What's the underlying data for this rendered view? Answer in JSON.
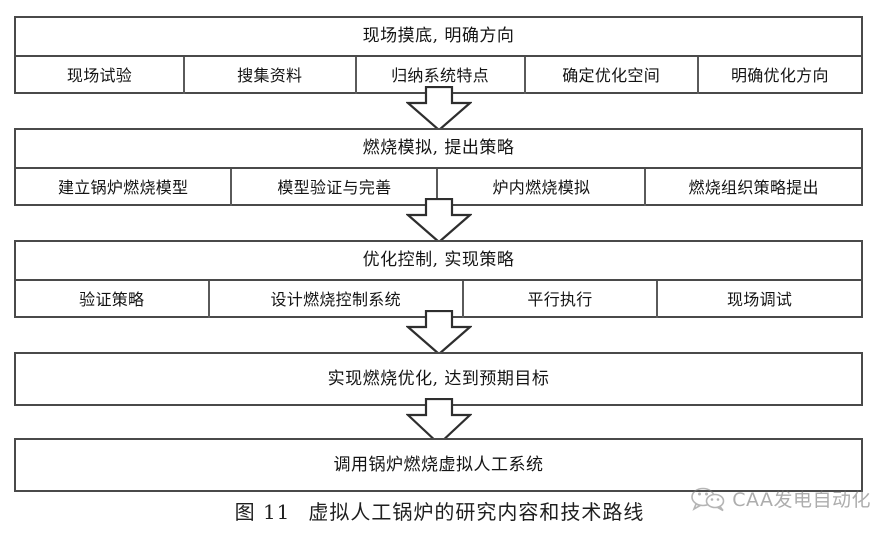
{
  "figure": {
    "caption_number": "图 11",
    "caption_text": "虚拟人工锅炉的研究内容和技术路线",
    "border_color": "#4a4a4a",
    "background_color": "#ffffff",
    "text_color": "#141414"
  },
  "stages": [
    {
      "title": "现场摸底, 明确方向",
      "cells": [
        "现场试验",
        "搜集资料",
        "归纳系统特点",
        "确定优化空间",
        "明确优化方向"
      ]
    },
    {
      "title": "燃烧模拟, 提出策略",
      "cells": [
        "建立锅炉燃烧模型",
        "模型验证与完善",
        "炉内燃烧模拟",
        "燃烧组织策略提出"
      ]
    },
    {
      "title": "优化控制, 实现策略",
      "cells": [
        "验证策略",
        "设计燃烧控制系统",
        "平行执行",
        "现场调试"
      ]
    },
    {
      "title": "实现燃烧优化, 达到预期目标",
      "cells": []
    },
    {
      "title": "调用锅炉燃烧虚拟人工系统",
      "cells": []
    }
  ],
  "arrows": [
    {
      "name": "arrow-stage1-to-stage2",
      "direction": "down"
    },
    {
      "name": "arrow-stage2-to-stage3",
      "direction": "down"
    },
    {
      "name": "arrow-stage3-to-stage4",
      "direction": "down"
    },
    {
      "name": "arrow-stage4-to-stage5",
      "direction": "down"
    }
  ],
  "watermark": {
    "icon": "wechat-chat-bubble-icon",
    "text": "CAA发电自动化",
    "color": "#6b6b6b"
  }
}
